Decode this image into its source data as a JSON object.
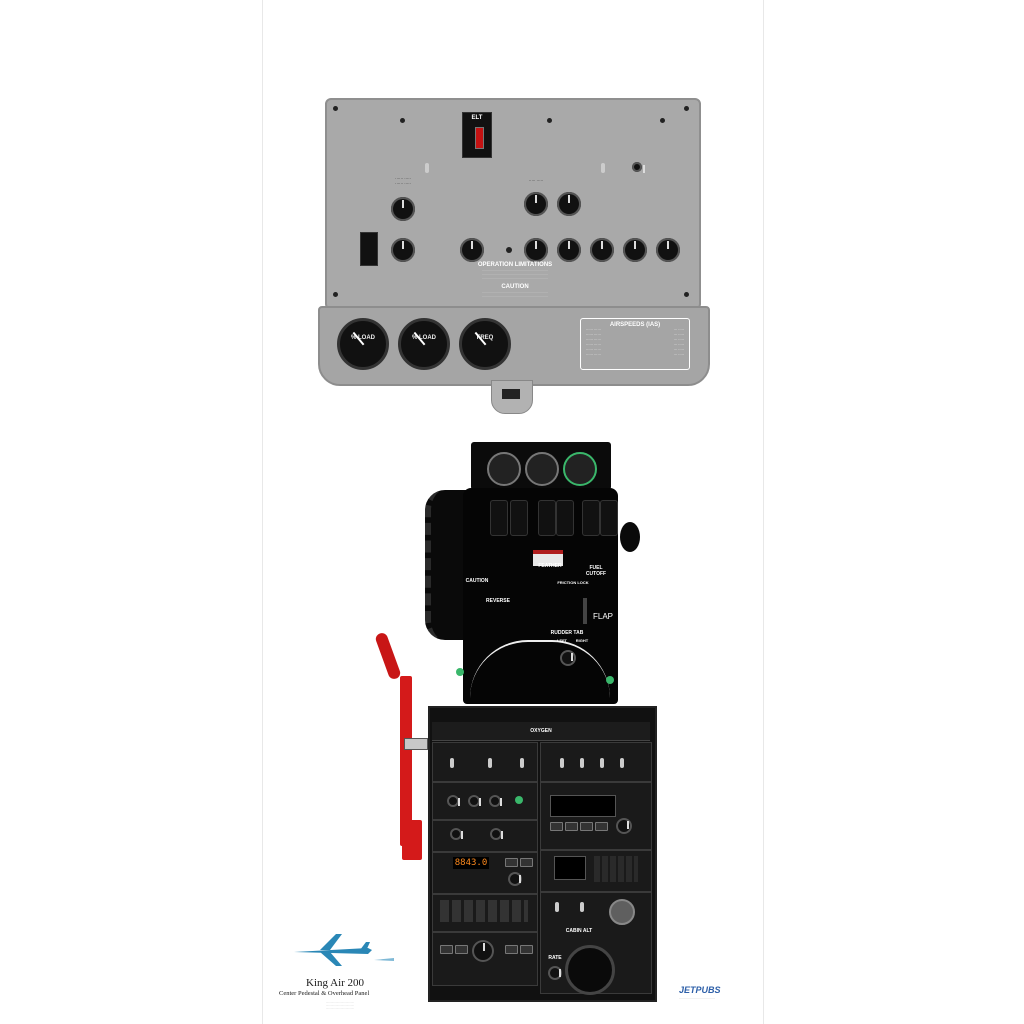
{
  "poster": {
    "title": "King Air 200",
    "subtitle": "Center Pedestal & Overhead Panel",
    "brand": "JETPUBS"
  },
  "overhead": {
    "elt_label": "ELT",
    "operation_limitations_label": "OPERATION LIMITATIONS",
    "caution_label": "CAUTION",
    "gauges": [
      {
        "label": "% LOAD"
      },
      {
        "label": "% LOAD"
      },
      {
        "label": "FREQ"
      }
    ],
    "airspeeds": {
      "title": "AIRSPEEDS (IAS)"
    }
  },
  "pedestal": {
    "feather_label": "FEATHER",
    "fuel_cutoff_label": "FUEL CUTOFF",
    "reverse_label": "REVERSE",
    "caution_label": "CAUTION",
    "flap_label": "FLAP",
    "rudder_tab_label": "RUDDER TAB",
    "left_label": "LEFT",
    "right_label": "RIGHT",
    "friction_lock_label": "FRICTION LOCK",
    "oxygen_label": "OXYGEN",
    "active_frequency": "8843.0",
    "cabin_alt_label": "CABIN ALT",
    "rate_label": "RATE"
  },
  "colors": {
    "panel_grey": "#a9a9a9",
    "pedestal_black": "#050505",
    "handle_red": "#d41a1a",
    "display_amber": "#ff8a1d",
    "brand_blue": "#2d5fa8"
  }
}
